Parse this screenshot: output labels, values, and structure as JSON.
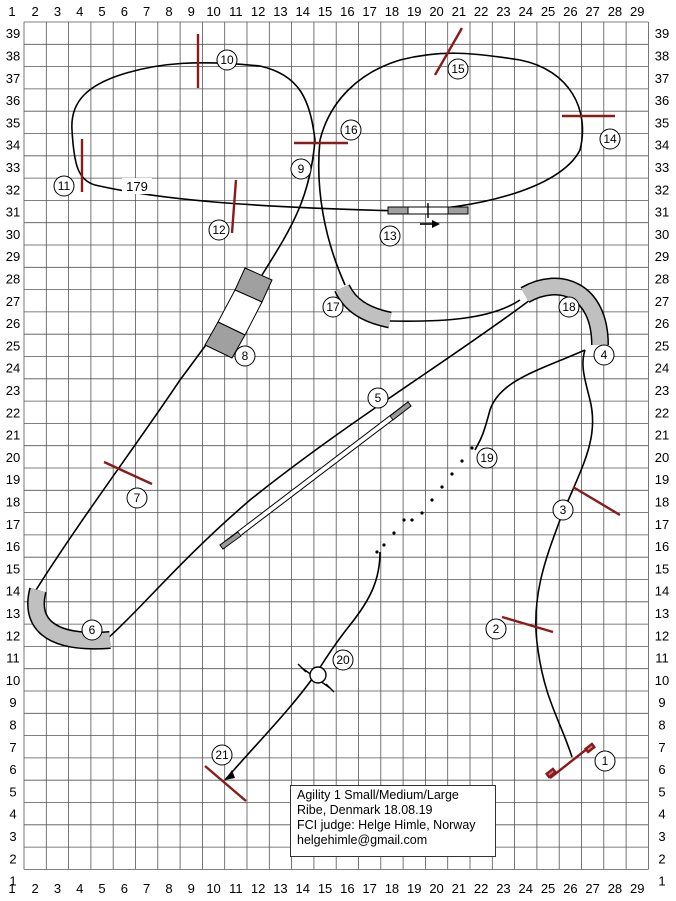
{
  "grid": {
    "x_labels": [
      "1",
      "2",
      "3",
      "4",
      "5",
      "6",
      "7",
      "8",
      "9",
      "10",
      "11",
      "12",
      "13",
      "14",
      "15",
      "16",
      "17",
      "18",
      "19",
      "20",
      "21",
      "22",
      "23",
      "24",
      "25",
      "26",
      "27",
      "28",
      "29"
    ],
    "y_labels": [
      "39",
      "38",
      "37",
      "36",
      "35",
      "34",
      "33",
      "32",
      "31",
      "30",
      "29",
      "28",
      "27",
      "26",
      "25",
      "24",
      "23",
      "22",
      "21",
      "20",
      "19",
      "18",
      "17",
      "16",
      "15",
      "14",
      "13",
      "12",
      "11",
      "10",
      "9",
      "8",
      "7",
      "6",
      "5",
      "4",
      "3",
      "2",
      "1"
    ]
  },
  "obstacles": {
    "n1": "1",
    "n2": "2",
    "n3": "3",
    "n4": "4",
    "n5": "5",
    "n6": "6",
    "n7": "7",
    "n8": "8",
    "n9": "9",
    "n10": "10",
    "n11": "11",
    "n12": "12",
    "n13": "13",
    "n14": "14",
    "n15": "15",
    "n16": "16",
    "n17": "17",
    "n18": "18",
    "n19": "19",
    "n20": "20",
    "n21": "21"
  },
  "course_length": "179",
  "info": {
    "line1": "Agility 1 Small/Medium/Large",
    "line2": "Ribe, Denmark 18.08.19",
    "line3": "FCI judge: Helge Himle, Norway",
    "line4": "helgehimle@gmail.com"
  },
  "colors": {
    "jump_pole": "#8b1a1a",
    "tunnel": "#c0c0c0",
    "grid": "#555555"
  }
}
